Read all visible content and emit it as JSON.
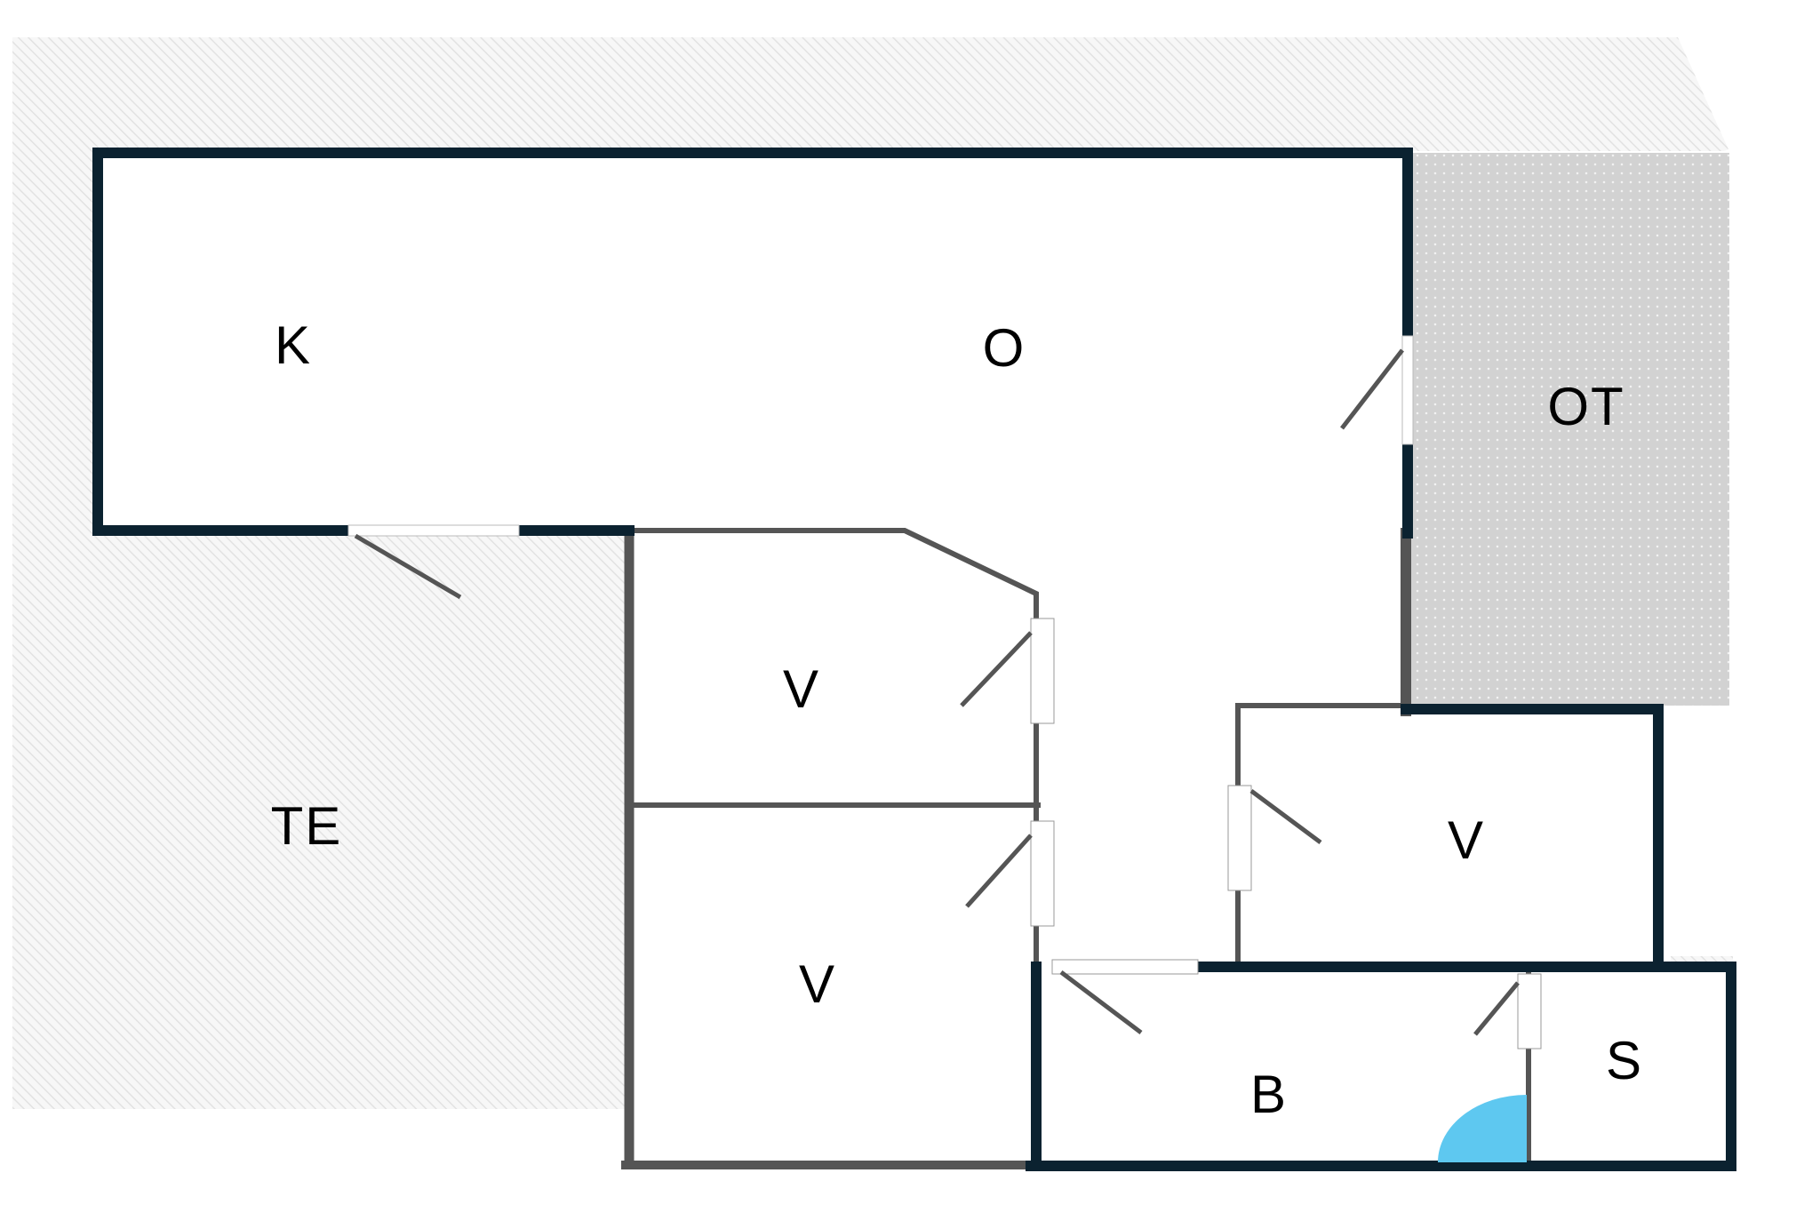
{
  "rooms": {
    "kitchen": "K",
    "living": "O",
    "glazed_terrace": "OT",
    "terrace": "TE",
    "bedroom_1": "V",
    "bedroom_2": "V",
    "bedroom_3": "V",
    "bathroom": "B",
    "sauna": "S"
  },
  "colors": {
    "exterior_wall": "#0b2230",
    "interior_wall": "#555555",
    "shower": "#5ec8f0",
    "glazed_terrace_fill": "#d4d4d4",
    "hatch": "#e6e6e6"
  }
}
